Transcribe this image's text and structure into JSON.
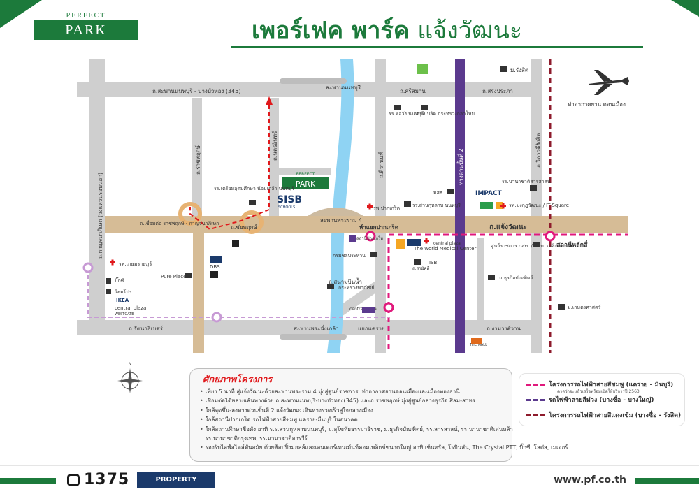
{
  "header": {
    "logo_small": "PERFECT",
    "logo_main": "PARK",
    "title_bold": "เพอร์เฟค พาร์ค",
    "title_light": "แจ้งวัฒนะ"
  },
  "map": {
    "roads": {
      "sapan_nonthaburi_bangbuathong": "ถ.สะพานนนทบุรี - บางบัวทอง (345)",
      "sapan_nonthaburi": "สะพานนนทบุรี",
      "sri_saman": "ถ.ศรีสมาน",
      "song_prapa": "ถ.สรงประภา",
      "kanchanaphisek": "ถ.กาญจนาภิเษก (วงแหวนรอบนอก)",
      "ratchapruek": "ถ.ราชพฤกษ์",
      "nakhon_in": "ถ.นครอินทร์",
      "tiwanon": "ถ.ติวานนท์",
      "vibhavadi": "ถ.วิภาวดีรังสิต",
      "chaiyapruek": "ถ.ชัยพฤกษ์",
      "chaengwattana": "ถ.แจ้งวัฒนะ",
      "connector": "ถ.เชื่อมต่อ ราชพฤกษ์ - กาญจนาภิเษก",
      "sapan_phra_ram4": "สะพานพระราม 4",
      "pak_kret_junction": "ห้าแยกปากเกร็ด",
      "rattanathibet": "ถ.รัตนาธิเบศร์",
      "sapan_phra_nang_klao": "สะพานพระนั่งเกล้า",
      "khae_rai_junction": "แยกแคราย",
      "ngam_wong_wan": "ถ.งามวงศ์วาน",
      "sanambinnam": "ถ.สนามบินน้ำ",
      "expressway2": "ทางด่วนขั้นที่ 2",
      "lak_si_station": "สถานีหลักสี่",
      "pak_kret_station": "สถานีปากเกร็ด"
    },
    "places": {
      "rangsit_univ": "ม.รังสิต",
      "airport": "ท่าอากาศยาน ดอนเมือง",
      "hospital_nonthaburi": "รร.หอวัง นนทบุรี",
      "land_office": "สนง.ปลัด กระทรวงกลาโหม",
      "international_school": "รร.นานาชาติสารสาสน์",
      "impact": "IMPACT",
      "mongkut_hospital": "รพ.มงกุฎวัฒนะ / IT-Square",
      "triam_udom": "รร.เตรียมอุดมศึกษา น้อมเกล้า นนทบุรี",
      "perfect_park_small": "PERFECT",
      "perfect_park": "PARK",
      "sisb": "SISB",
      "sisb_sub": "SCHOOLS",
      "pakkret_hospital": "รพ.ปากเกร็ด",
      "ms": "มสธ.",
      "suan_kulap": "รร.สวนกุหลาบ นนทบุรี",
      "kasemrat_hospital": "รพ.เกษมราษฎร์",
      "big_c": "บิ๊กซี",
      "homepro": "โฮมโปร",
      "ikea": "IKEA",
      "central_westgate": "central plaza",
      "westgate": "WESTGATE",
      "pure_place": "Pure Place",
      "dbs": "DBS",
      "provincial_court": "กรมชลประทาน",
      "world_medical": "The world Medical Center",
      "central_chaengwattana": "central plaza",
      "isb": "ISB",
      "isb_sub": "ถ.สามัคคี",
      "government_center": "ศูนย์ราชการ กสท. / ทศท. เฉลิมพระเกียรติ",
      "bundit_univ": "ม.ธุรกิจบัณฑิตย์",
      "ministry_commerce": "กระทรวงพาณิชย์",
      "central_rattana": "central plaza",
      "kasetsart": "ม.เกษตรศาสตร์",
      "the_mall": "THE MALL"
    }
  },
  "info": {
    "title": "ศักยภาพโครงการ",
    "items": [
      "เพียง 5 นาที สู่แจ้งวัฒนะด้วยสะพานพระราม 4 มุ่งสู่ศูนย์ราชการ, ท่าอากาศยานดอนเมืองและเมืองทองธานี",
      "เชื่อมต่อได้หลายเส้นทางด้วย ถ.สะพานนนทบุรี-บางบัวทอง(345) และถ.ราชพฤกษ์ มุ่งสู่ศูนย์กลางธุรกิจ สีลม-สาทร",
      "ใกล้จุดขึ้น-ลงทางด่วนขั้นที่ 2 แจ้งวัฒนะ เดินทางรวดเร็วสู่ใจกลางเมือง",
      "ใกล้สถานีปากเกร็ด รถไฟฟ้าสายสีชมพู แคราย-มีนบุรี ในอนาคต",
      "ใกล้สถานศึกษาชื่อดัง อาทิ ร.ร.สวนกุหลาบนนทบุรี, ม.สุโขทัยธรรมาธิราช, ม.ธุรกิจบัณฑิตย์, รร.สารสาสน์, รร.นานาชาติเด่นหล้า",
      "รร.นานาชาติกรุงเทพ, รร.นานาชาติสารวีร์",
      "รองรับไลฟ์สไตล์ทันสมัย ด้วยช้อปปิ้งมอลล์และเอนเตอร์เทนเม้นท์คอมเพล็กซ์ขนาดใหญ่ อาทิ เซ็นทรัล, โรบินสัน, The Crystal PTT, บิ๊กซี, โลตัส, เมเจอร์"
    ]
  },
  "legend": {
    "pink_label": "โครงการรถไฟฟ้าสายสีชมพู (แคราย - มีนบุรี)",
    "pink_sub": "คาดว่าจะแล้วเสร็จพร้อมเปิดให้บริการปี 2563",
    "purple_label": "รถไฟฟ้าสายสีม่วง (บางซื่อ - บางใหญ่)",
    "red_label": "โครงการรถไฟฟ้าสายสีแดงเข้ม (บางซื่อ - รังสิต)",
    "pink_color": "#e0197c",
    "purple_color": "#5b3a8e",
    "red_color": "#8e1b2c"
  },
  "footer": {
    "phone": "1375",
    "brand": "PROPERTY PERFECT",
    "website": "www.pf.co.th"
  },
  "colors": {
    "brand_green": "#1c7a3b",
    "road_gray": "#cfcfcf",
    "river_blue": "#8fd3f3",
    "main_road": "#d6bc96"
  }
}
